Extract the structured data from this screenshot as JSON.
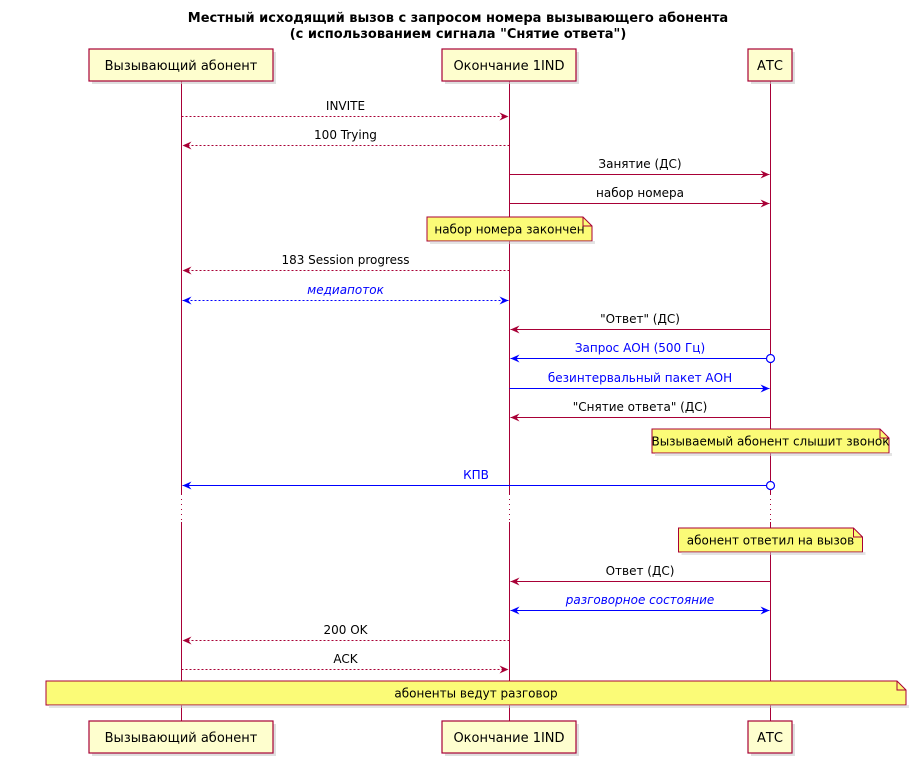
{
  "title": {
    "line1": "Местный исходящий вызов с запросом номера вызывающего абонента",
    "line2": "(с использованием сигнала \"Снятие ответа\")"
  },
  "participants": [
    {
      "id": "caller",
      "label": "Вызывающий абонент"
    },
    {
      "id": "endpoint",
      "label": "Окончание 1IND"
    },
    {
      "id": "pbx",
      "label": "АТС"
    }
  ],
  "colors": {
    "line": "#A80036",
    "blue": "#0000FF",
    "participant_fill": "#FEFECE",
    "note_fill": "#FBFB77"
  },
  "steps": [
    {
      "kind": "message",
      "from": "caller",
      "to": "endpoint",
      "label": "INVITE",
      "style": "dashed",
      "color": "red"
    },
    {
      "kind": "message",
      "from": "endpoint",
      "to": "caller",
      "label": "100 Trying",
      "style": "dashed",
      "color": "red"
    },
    {
      "kind": "message",
      "from": "endpoint",
      "to": "pbx",
      "label": "Занятие (ДС)",
      "style": "solid",
      "color": "red"
    },
    {
      "kind": "message",
      "from": "endpoint",
      "to": "pbx",
      "label": "набор номера",
      "style": "solid",
      "color": "red"
    },
    {
      "kind": "note",
      "over": "endpoint",
      "text": "набор номера закончен"
    },
    {
      "kind": "message",
      "from": "endpoint",
      "to": "caller",
      "label": "183 Session progress",
      "style": "dashed",
      "color": "red"
    },
    {
      "kind": "message",
      "from": "caller",
      "to": "endpoint",
      "label": "медиапоток",
      "style": "dashed",
      "color": "blue",
      "italic": true,
      "both": true
    },
    {
      "kind": "message",
      "from": "pbx",
      "to": "endpoint",
      "label": "\"Ответ\" (ДС)",
      "style": "solid",
      "color": "red"
    },
    {
      "kind": "message",
      "from": "pbx",
      "to": "endpoint",
      "label": "Запрос АОН (500 Гц)",
      "style": "solid",
      "color": "blue",
      "circle": true
    },
    {
      "kind": "message",
      "from": "endpoint",
      "to": "pbx",
      "label": "безинтервальный пакет АОН",
      "style": "solid",
      "color": "blue"
    },
    {
      "kind": "message",
      "from": "pbx",
      "to": "endpoint",
      "label": "\"Снятие ответа\" (ДС)",
      "style": "solid",
      "color": "red"
    },
    {
      "kind": "note",
      "over": "pbx",
      "text": "Вызываемый абонент слышит звонок"
    },
    {
      "kind": "message",
      "from": "pbx",
      "to": "caller",
      "label": "КПВ",
      "style": "solid",
      "color": "blue",
      "circle": true
    },
    {
      "kind": "delay"
    },
    {
      "kind": "note",
      "over": "pbx",
      "text": "абонент ответил на вызов"
    },
    {
      "kind": "message",
      "from": "pbx",
      "to": "endpoint",
      "label": "Ответ (ДС)",
      "style": "solid",
      "color": "red"
    },
    {
      "kind": "message",
      "from": "endpoint",
      "to": "pbx",
      "label": "разговорное состояние",
      "style": "solid",
      "color": "blue",
      "italic": true,
      "both": true
    },
    {
      "kind": "message",
      "from": "endpoint",
      "to": "caller",
      "label": "200 OK",
      "style": "dashed",
      "color": "red"
    },
    {
      "kind": "message",
      "from": "caller",
      "to": "endpoint",
      "label": "ACK",
      "style": "dashed",
      "color": "red"
    },
    {
      "kind": "note",
      "over": "all",
      "text": "абоненты ведут разговор"
    }
  ]
}
